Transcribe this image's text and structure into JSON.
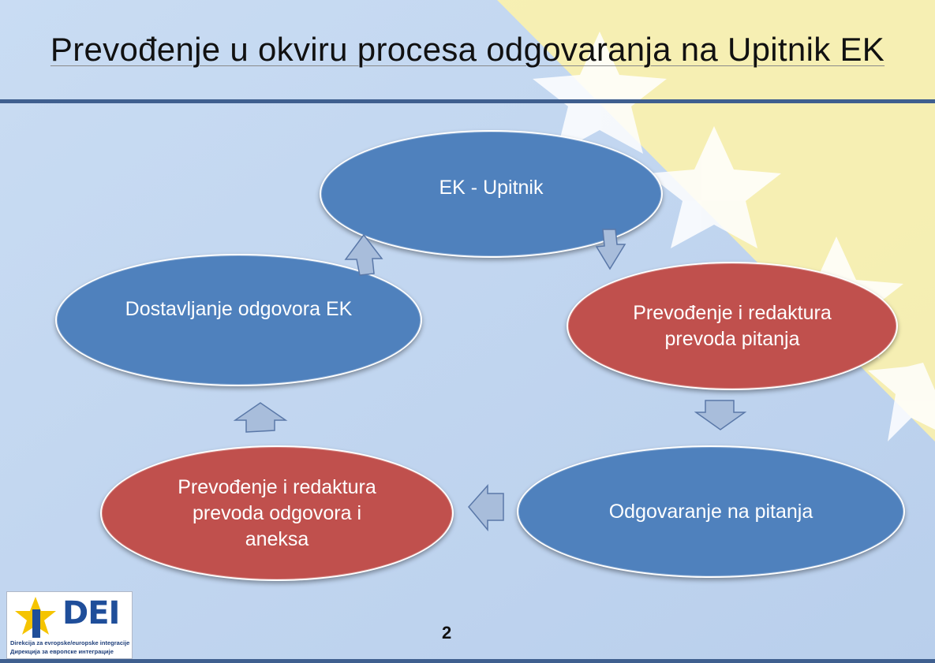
{
  "title": "Prevođenje u okviru procesa odgovaranja na Upitnik EK",
  "nodes": {
    "ek_upitnik": "EK - Upitnik",
    "prevodjenje_pitanja": "Prevođenje i redaktura prevoda pitanja",
    "odgovaranje": "Odgovaranje na pitanja",
    "prevodjenje_odgovora": "Prevođenje i redaktura prevoda odgovora i aneksa",
    "dostavljanje": "Dostavljanje odgovora EK"
  },
  "page_number": "2",
  "logo": {
    "name": "DEI",
    "line1": "Direkcija za evropske/europske integracije",
    "line2": "Дирекција за европске интеграције"
  },
  "colors": {
    "blue_node": "#4f81bd",
    "red_node": "#c0504d",
    "background": "#c6d9f1",
    "flag_yellow": "#fff3a8"
  }
}
